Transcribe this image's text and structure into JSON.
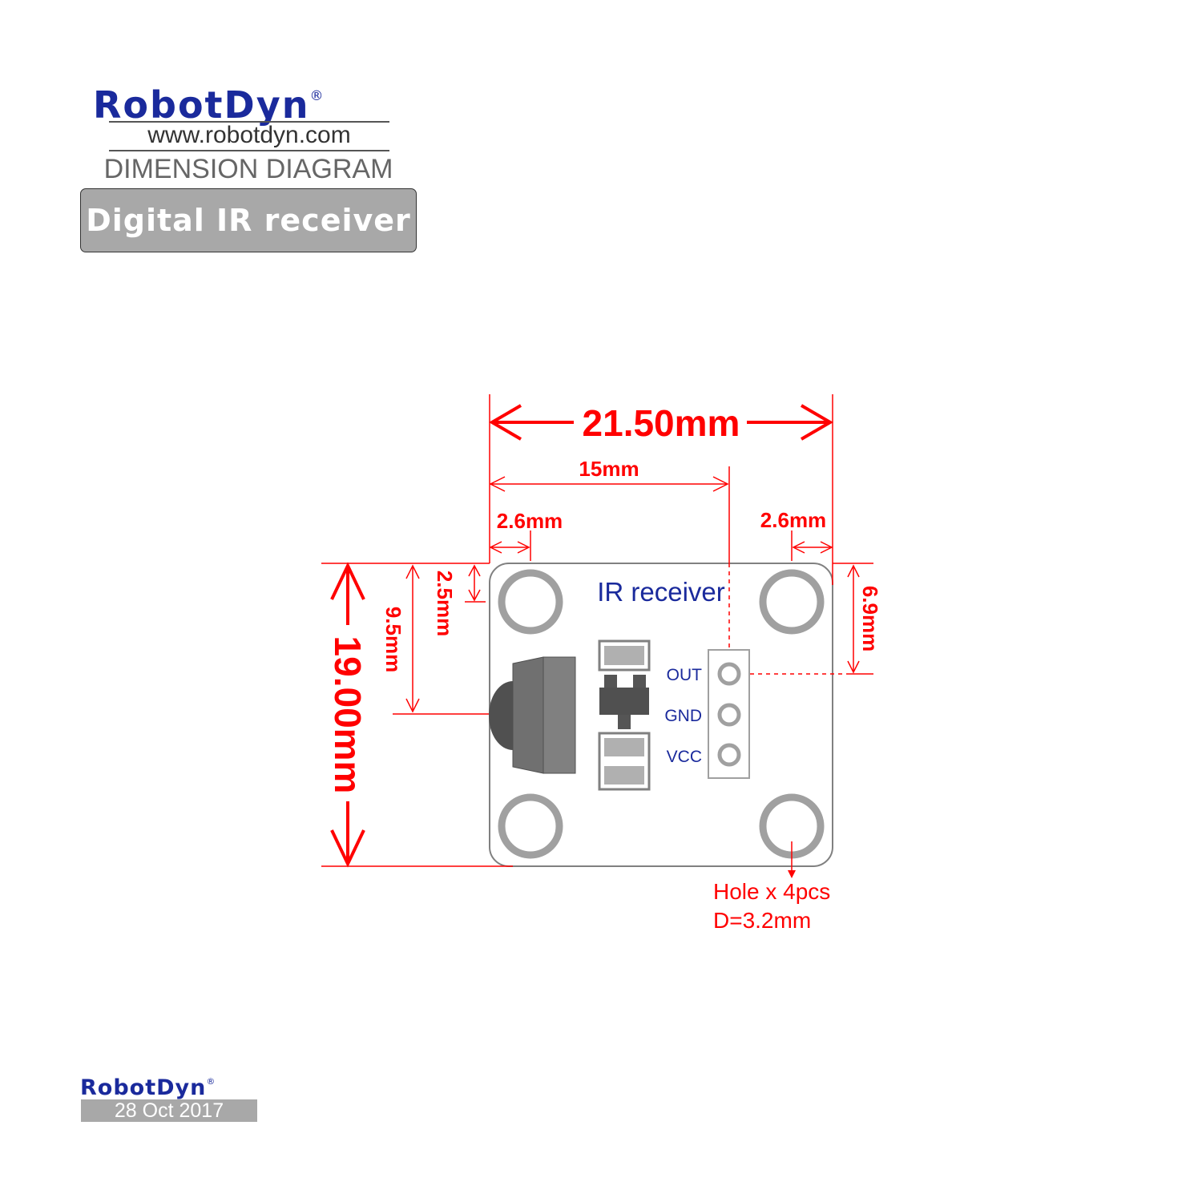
{
  "header": {
    "brand": "RobotDyn",
    "registered_mark": "®",
    "website": "www.robotdyn.com",
    "doc_type": "DIMENSION DIAGRAM",
    "product": "Digital IR receiver"
  },
  "board": {
    "silkscreen_title": "IR receiver",
    "pins": [
      "OUT",
      "GND",
      "VCC"
    ]
  },
  "dimensions": {
    "width": "21.50mm",
    "height": "19.00mm",
    "pin_x_offset": "15mm",
    "hole_offset_left": "2.6mm",
    "hole_offset_right": "2.6mm",
    "hole_offset_top": "2.5mm",
    "sensor_offset_top": "9.5mm",
    "pin_offset_top": "6.9mm"
  },
  "hole_note": {
    "line1": "Hole x 4pcs",
    "line2": "D=3.2mm"
  },
  "footer": {
    "brand": "RobotDyn",
    "registered_mark": "®",
    "date": "28 Oct 2017"
  },
  "colors": {
    "dimension": "#ff0000",
    "brand": "#1a2a9c",
    "board_outline": "#808080",
    "component": "#808080"
  }
}
